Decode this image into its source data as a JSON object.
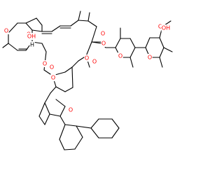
{
  "colors": {
    "background": "#ffffff",
    "bond": "#000000",
    "oxygen": "#ff0000"
  },
  "molecule": {
    "atom_labels": [
      {
        "text": "O",
        "color": "#ff0000"
      },
      {
        "text": "O",
        "color": "#ff0000"
      },
      {
        "text": "OH",
        "color": "#ff0000"
      },
      {
        "text": "H",
        "color": "#000000"
      },
      {
        "text": "O",
        "color": "#ff0000"
      },
      {
        "text": "O",
        "color": "#ff0000"
      },
      {
        "text": "O",
        "color": "#ff0000"
      },
      {
        "text": "O",
        "color": "#ff0000"
      },
      {
        "text": "O",
        "color": "#ff0000"
      },
      {
        "text": "O",
        "color": "#ff0000"
      },
      {
        "text": "O",
        "color": "#ff0000"
      },
      {
        "text": "O",
        "color": "#ff0000"
      },
      {
        "text": "O",
        "color": "#ff0000"
      },
      {
        "text": "O",
        "color": "#ff0000"
      },
      {
        "text": "OH",
        "color": "#ff0000"
      },
      {
        "text": "O",
        "color": "#ff0000"
      }
    ]
  }
}
